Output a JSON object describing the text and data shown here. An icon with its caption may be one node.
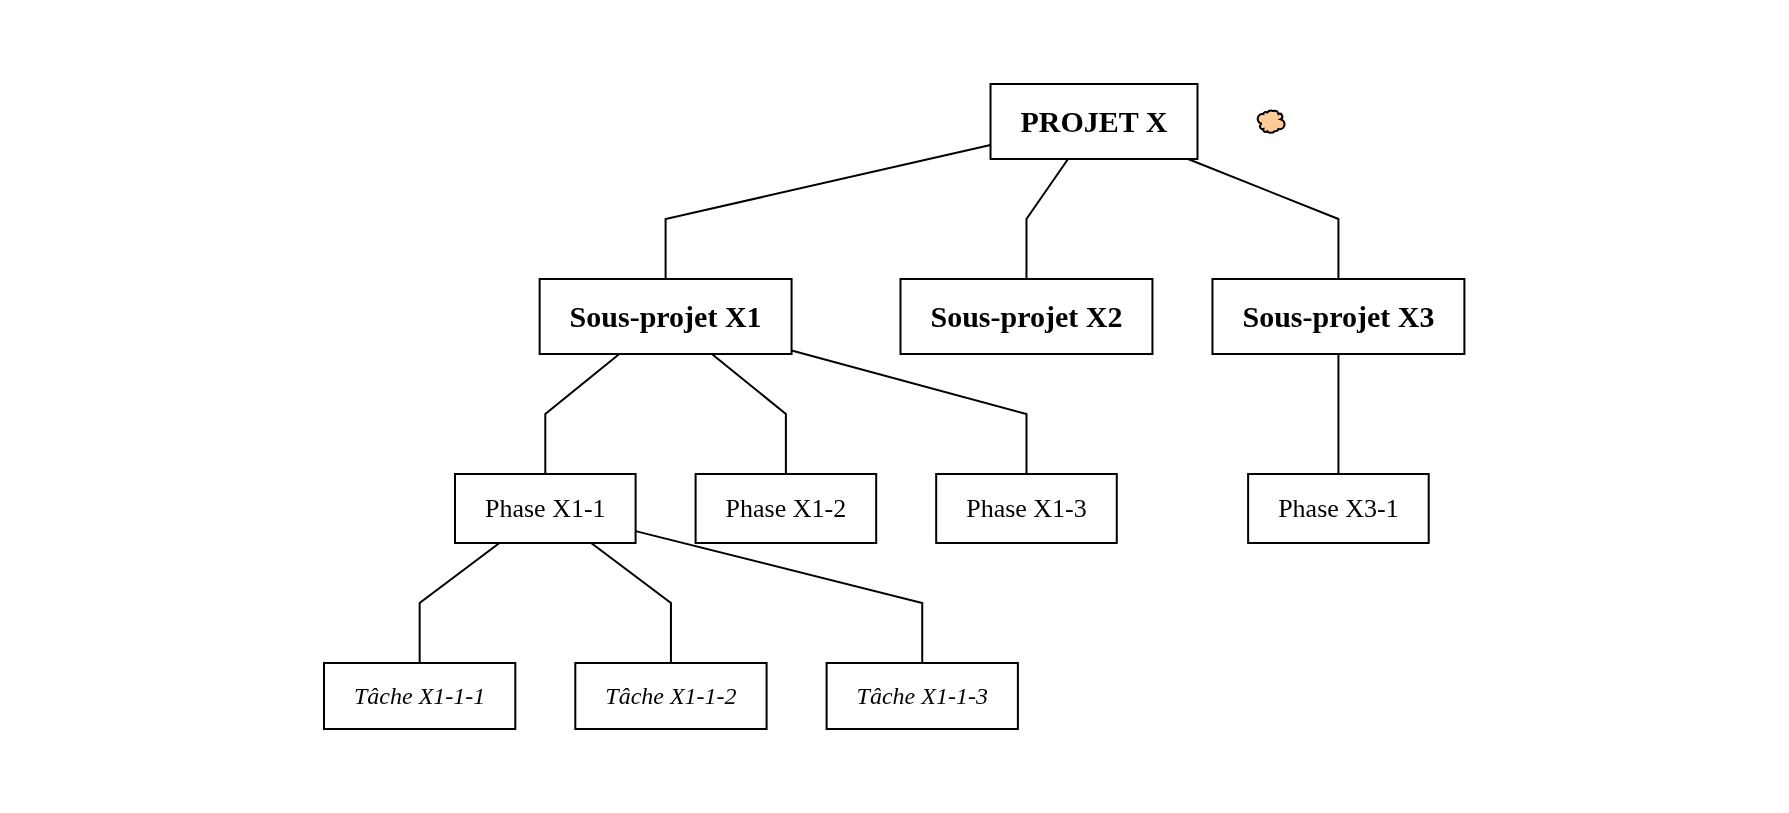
{
  "diagram": {
    "nodes": [
      {
        "text": [
          "PROJET X"
        ]
      },
      {
        "text": [
          "Sous-projet X1"
        ]
      },
      {
        "text": [
          "Sous-projet X2"
        ]
      },
      {
        "text": [
          "Sous-projet X3"
        ]
      },
      {
        "text": [
          "Phase X1-1"
        ]
      },
      {
        "text": [
          "Phase X1-2"
        ]
      },
      {
        "text": [
          "Phase X1-3"
        ]
      },
      {
        "text": [
          "Phase X3-1"
        ]
      },
      {
        "text": [
          "Tâche X1-1-1"
        ]
      },
      {
        "text": [
          "Tâche X1-1-2"
        ]
      },
      {
        "text": [
          "Tâche X1-1-3"
        ]
      },
      {
        "text": [],
        "shape": "cloud"
      }
    ],
    "edges": [
      {
        "from": 0,
        "to": 1,
        "arrow": "none"
      },
      {
        "from": 0,
        "to": 2,
        "arrow": "none"
      },
      {
        "from": 0,
        "to": 3,
        "arrow": "none"
      },
      {
        "from": 1,
        "to": 4,
        "arrow": "none"
      },
      {
        "from": 1,
        "to": 5,
        "arrow": "none"
      },
      {
        "from": 1,
        "to": 6,
        "arrow": "none"
      },
      {
        "from": 3,
        "to": 7,
        "arrow": "none"
      },
      {
        "from": 4,
        "to": 8,
        "arrow": "none"
      },
      {
        "from": 4,
        "to": 9,
        "arrow": "none"
      },
      {
        "from": 4,
        "to": 10,
        "arrow": "none"
      }
    ]
  }
}
